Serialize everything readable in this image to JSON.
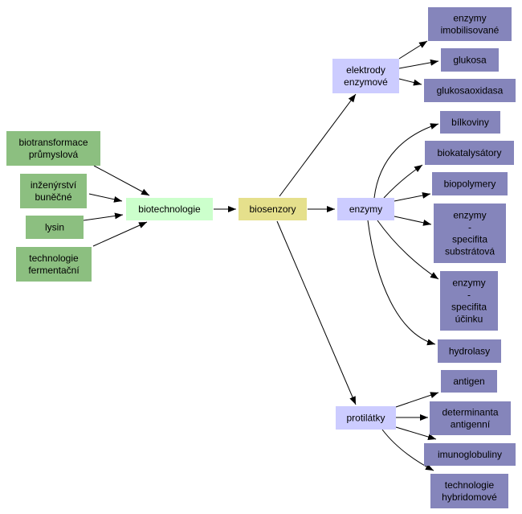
{
  "colors": {
    "source": "#8cbf80",
    "hub": "#ccffcc",
    "main": "#e5e08c",
    "mid": "#ccccff",
    "leaf": "#8585bb"
  },
  "nodes": {
    "biotransformace": {
      "lines": [
        "biotransformace",
        "průmyslová"
      ],
      "kind": "source"
    },
    "inzenyrstvi": {
      "lines": [
        "inženýrství",
        "buněčné"
      ],
      "kind": "source"
    },
    "lysin": {
      "lines": [
        "lysin"
      ],
      "kind": "source"
    },
    "technologie_ferm": {
      "lines": [
        "technologie",
        "fermentační"
      ],
      "kind": "source"
    },
    "biotechnologie": {
      "lines": [
        "biotechnologie"
      ],
      "kind": "hub"
    },
    "biosenzory": {
      "lines": [
        "biosenzory"
      ],
      "kind": "main"
    },
    "elektrody": {
      "lines": [
        "elektrody",
        "enzymové"
      ],
      "kind": "mid"
    },
    "enzymy": {
      "lines": [
        "enzymy"
      ],
      "kind": "mid"
    },
    "protilatky": {
      "lines": [
        "protilátky"
      ],
      "kind": "mid"
    },
    "enzymy_imob": {
      "lines": [
        "enzymy",
        "imobilisované"
      ],
      "kind": "leaf"
    },
    "glukosa": {
      "lines": [
        "glukosa"
      ],
      "kind": "leaf"
    },
    "glukosaoxidasa": {
      "lines": [
        "glukosaoxidasa"
      ],
      "kind": "leaf"
    },
    "bilkoviny": {
      "lines": [
        "bílkoviny"
      ],
      "kind": "leaf"
    },
    "biokatalysatory": {
      "lines": [
        "biokatalysátory"
      ],
      "kind": "leaf"
    },
    "biopolymery": {
      "lines": [
        "biopolymery"
      ],
      "kind": "leaf"
    },
    "enzymy_substr": {
      "lines": [
        "enzymy",
        "-",
        "specifita",
        "substrátová"
      ],
      "kind": "leaf"
    },
    "enzymy_ucinku": {
      "lines": [
        "enzymy",
        "-",
        "specifita",
        "účinku"
      ],
      "kind": "leaf"
    },
    "hydrolasy": {
      "lines": [
        "hydrolasy"
      ],
      "kind": "leaf"
    },
    "antigen": {
      "lines": [
        "antigen"
      ],
      "kind": "leaf"
    },
    "determinanta": {
      "lines": [
        "determinanta",
        "antigenní"
      ],
      "kind": "leaf"
    },
    "imunoglobuliny": {
      "lines": [
        "imunoglobuliny"
      ],
      "kind": "leaf"
    },
    "technologie_hybr": {
      "lines": [
        "technologie",
        "hybridomové"
      ],
      "kind": "leaf"
    }
  },
  "edges": [
    [
      "biotransformace",
      "biotechnologie"
    ],
    [
      "inzenyrstvi",
      "biotechnologie"
    ],
    [
      "lysin",
      "biotechnologie"
    ],
    [
      "technologie_ferm",
      "biotechnologie"
    ],
    [
      "biotechnologie",
      "biosenzory"
    ],
    [
      "biosenzory",
      "elektrody"
    ],
    [
      "biosenzory",
      "enzymy"
    ],
    [
      "biosenzory",
      "protilatky"
    ],
    [
      "elektrody",
      "enzymy_imob"
    ],
    [
      "elektrody",
      "glukosa"
    ],
    [
      "elektrody",
      "glukosaoxidasa"
    ],
    [
      "enzymy",
      "bilkoviny"
    ],
    [
      "enzymy",
      "biokatalysatory"
    ],
    [
      "enzymy",
      "biopolymery"
    ],
    [
      "enzymy",
      "enzymy_substr"
    ],
    [
      "enzymy",
      "enzymy_ucinku"
    ],
    [
      "enzymy",
      "hydrolasy"
    ],
    [
      "protilatky",
      "antigen"
    ],
    [
      "protilatky",
      "determinanta"
    ],
    [
      "protilatky",
      "imunoglobuliny"
    ],
    [
      "protilatky",
      "technologie_hybr"
    ]
  ]
}
